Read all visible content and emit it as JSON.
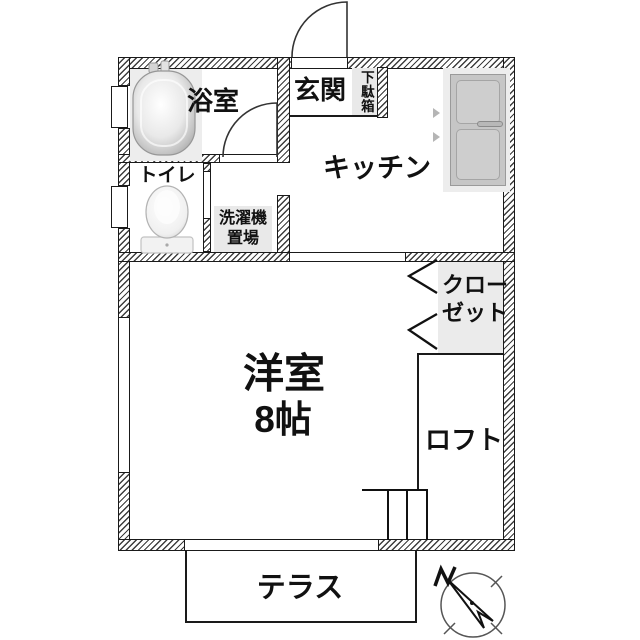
{
  "floorplan": {
    "labels": {
      "bathroom": "浴室",
      "entrance": "玄関",
      "shoe_cabinet": "下駄箱",
      "kitchen": "キッチン",
      "toilet": "トイレ",
      "laundry_line1": "洗濯機",
      "laundry_line2": "置場",
      "closet_line1": "クロー",
      "closet_line2": "ゼット",
      "main_room": "洋室",
      "main_room_size": "8帖",
      "loft": "ロフト",
      "terrace": "テラス",
      "north": "N"
    },
    "colors": {
      "wall_line": "#1a1a1a",
      "fixture_pad": "#ededed",
      "label_bg": "#e9e9e9",
      "closet_bg": "#ebebeb",
      "fridge_body": "#c6c6c6"
    }
  }
}
